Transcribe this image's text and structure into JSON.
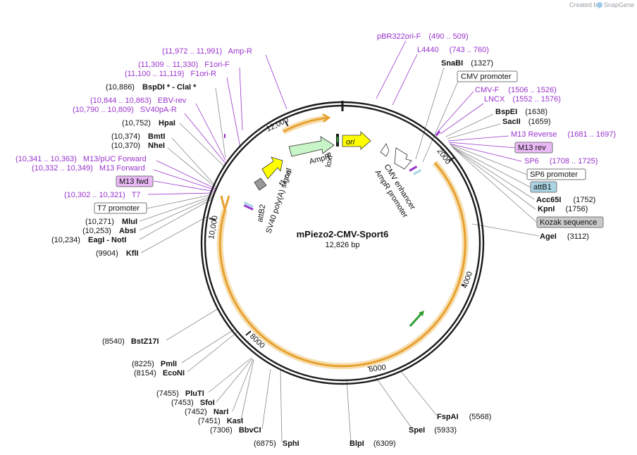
{
  "credit": {
    "prefix": "Created by",
    "brand": "SnapGene"
  },
  "plasmid": {
    "name": "mPiezo2-CMV-Sport6",
    "length_label": "12,826 bp"
  },
  "ticks": [
    "2000",
    "4000",
    "6000",
    "8000",
    "10,000",
    "12,000"
  ],
  "colors": {
    "backbone": "#1a1a1a",
    "purple": "#9933cc",
    "orange": "#e8a030",
    "yellow": "#ffff00",
    "green_light": "#c8f5c8",
    "green": "#2e9e2e",
    "pill_purple": "#e9b8f5",
    "pill_blue": "#a9d4e4",
    "pill_gray": "#c9c9c9"
  },
  "right_labels": [
    {
      "id": "pbr322ori-f",
      "text": "pBR322ori-F",
      "range": "(490 .. 509)",
      "style": "purple"
    },
    {
      "id": "l4440",
      "text": "L4440",
      "range": "(743 .. 760)",
      "style": "purple"
    },
    {
      "id": "snabi",
      "text": "SnaBI",
      "pos": "(1327)",
      "style": "site"
    },
    {
      "id": "cmv-promoter",
      "text": "CMV promoter",
      "style": "box"
    },
    {
      "id": "cmv-f",
      "text": "CMV-F",
      "range": "(1506 .. 1526)",
      "style": "purple"
    },
    {
      "id": "lncx",
      "text": "LNCX",
      "range": "(1552 .. 1576)",
      "style": "purple"
    },
    {
      "id": "bspei",
      "text": "BspEI",
      "pos": "(1638)",
      "style": "site"
    },
    {
      "id": "sacii",
      "text": "SacII",
      "pos": "(1659)",
      "style": "site"
    },
    {
      "id": "m13-reverse",
      "text": "M13 Reverse",
      "range": "(1681 .. 1697)",
      "style": "purple"
    },
    {
      "id": "m13-rev",
      "text": "M13 rev",
      "style": "pill-purple"
    },
    {
      "id": "sp6",
      "text": "SP6",
      "range": "(1708 .. 1725)",
      "style": "purple"
    },
    {
      "id": "sp6-promoter",
      "text": "SP6 promoter",
      "style": "box"
    },
    {
      "id": "attb1",
      "text": "attB1",
      "style": "pill-blue"
    },
    {
      "id": "acc65i",
      "text": "Acc65I",
      "pos": "(1752)",
      "style": "site"
    },
    {
      "id": "kpni",
      "text": "KpnI",
      "pos": "(1756)",
      "style": "site"
    },
    {
      "id": "kozak",
      "text": "Kozak sequence",
      "style": "pill-gray"
    },
    {
      "id": "agei",
      "text": "AgeI",
      "pos": "(3112)",
      "style": "site"
    }
  ],
  "left_labels": [
    {
      "id": "amp-r",
      "text": "Amp-R",
      "range": "(11,972 .. 11,991)",
      "style": "purple"
    },
    {
      "id": "f1ori-f",
      "text": "F1ori-F",
      "range": "(11,309 .. 11,330)",
      "style": "purple"
    },
    {
      "id": "f1ori-r",
      "text": "F1ori-R",
      "range": "(11,100 .. 11,119)",
      "style": "purple"
    },
    {
      "id": "bspdi-clai",
      "text": "BspDI * - ClaI *",
      "pos": "(10,886)",
      "style": "site"
    },
    {
      "id": "ebv-rev",
      "text": "EBV-rev",
      "range": "(10,844 .. 10,863)",
      "style": "purple"
    },
    {
      "id": "sv40pa-r",
      "text": "SV40pA-R",
      "range": "(10,790 .. 10,809)",
      "style": "purple"
    },
    {
      "id": "hpai",
      "text": "HpaI",
      "pos": "(10,752)",
      "style": "site"
    },
    {
      "id": "bmti",
      "text": "BmtI",
      "pos": "(10,374)",
      "style": "site"
    },
    {
      "id": "nhei",
      "text": "NheI",
      "pos": "(10,370)",
      "style": "site"
    },
    {
      "id": "m13-puc-forward",
      "text": "M13/pUC Forward",
      "range": "(10,341 .. 10,363)",
      "style": "purple"
    },
    {
      "id": "m13-forward",
      "text": "M13 Forward",
      "range": "(10,332 .. 10,349)",
      "style": "purple"
    },
    {
      "id": "m13-fwd",
      "text": "M13 fwd",
      "style": "pill-purple"
    },
    {
      "id": "t7",
      "text": "T7",
      "range": "(10,302 .. 10,321)",
      "style": "purple"
    },
    {
      "id": "t7-promoter",
      "text": "T7 promoter",
      "style": "box"
    },
    {
      "id": "mlui",
      "text": "MluI",
      "pos": "(10,271)",
      "style": "site"
    },
    {
      "id": "absi",
      "text": "AbsI",
      "pos": "(10,253)",
      "style": "site"
    },
    {
      "id": "eagi-noti",
      "text": "EagI - NotI",
      "pos": "(10,234)",
      "style": "site"
    },
    {
      "id": "kfli",
      "text": "KflI",
      "pos": "(9904)",
      "style": "site"
    }
  ],
  "bottom_labels": [
    {
      "id": "bstz17i",
      "text": "BstZ17I",
      "pos": "(8540)"
    },
    {
      "id": "pmli",
      "text": "PmlI",
      "pos": "(8225)"
    },
    {
      "id": "econi",
      "text": "EcoNI",
      "pos": "(8154)"
    },
    {
      "id": "pluti",
      "text": "PluTI",
      "pos": "(7455)"
    },
    {
      "id": "sfoi",
      "text": "SfoI",
      "pos": "(7453)"
    },
    {
      "id": "nari",
      "text": "NarI",
      "pos": "(7452)"
    },
    {
      "id": "kasi",
      "text": "KasI",
      "pos": "(7451)"
    },
    {
      "id": "bbvci",
      "text": "BbvCI",
      "pos": "(7306)"
    },
    {
      "id": "sphi",
      "text": "SphI",
      "pos": "(6875)"
    },
    {
      "id": "blpi",
      "text": "BlpI",
      "pos": "(6309)"
    },
    {
      "id": "spei",
      "text": "SpeI",
      "pos": "(5933)"
    },
    {
      "id": "fspai",
      "text": "FspAI",
      "pos": "(5568)"
    }
  ],
  "inner_features": {
    "ori": "ori",
    "ampr": "AmpR",
    "loxp": "loxP",
    "f1ori": "f1 ori",
    "attb2": "attB2",
    "sv40": "SV40 poly(A) signal",
    "cmv_enhancer": "CMV enhancer",
    "ampr_promoter": "AmpR promoter"
  }
}
